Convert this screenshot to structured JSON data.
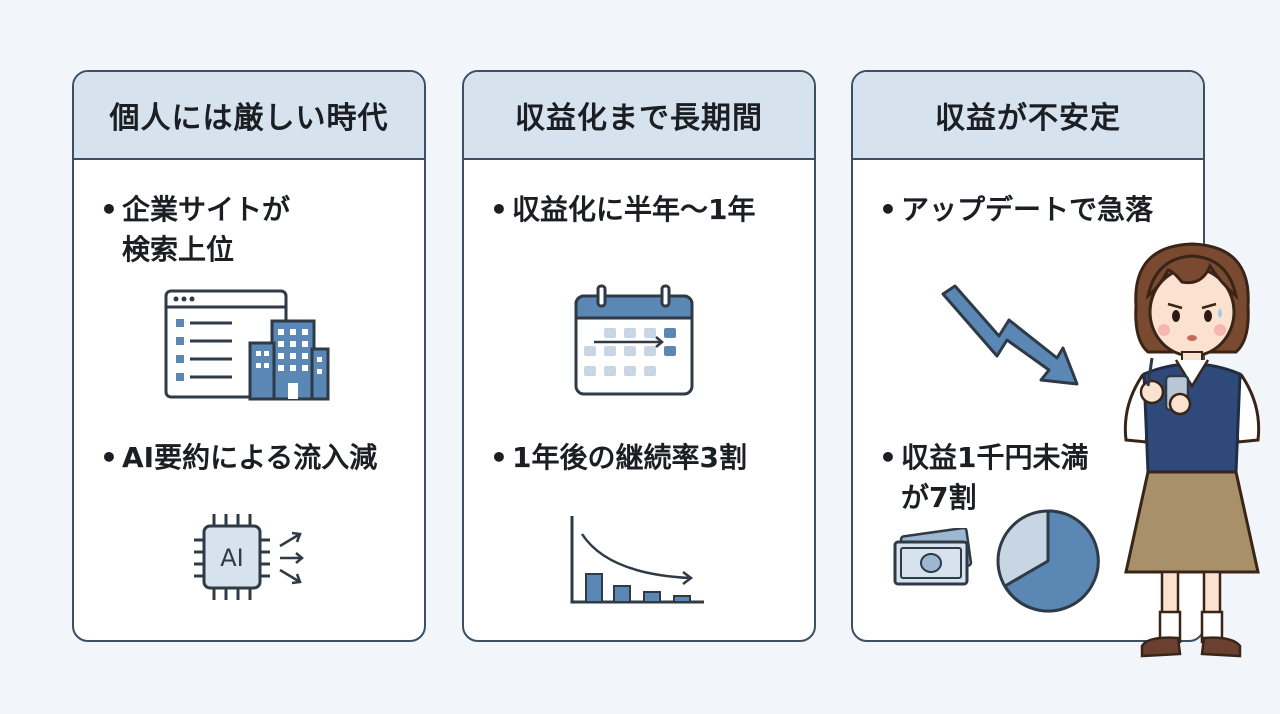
{
  "cards": [
    {
      "title": "個人には厳しい時代",
      "bullets": [
        {
          "text": "企業サイトが",
          "text2": "検索上位",
          "icon": "website-building-icon"
        },
        {
          "text": "AI要約による流入減",
          "icon": "ai-chip-icon"
        }
      ]
    },
    {
      "title": "収益化まで長期間",
      "bullets": [
        {
          "text": "収益化に半年〜1年",
          "icon": "calendar-icon"
        },
        {
          "text": "1年後の継続率3割",
          "icon": "declining-bar-chart-icon"
        }
      ]
    },
    {
      "title": "収益が不安定",
      "bullets": [
        {
          "text": "アップデートで急落",
          "icon": "falling-arrow-icon"
        },
        {
          "text": "収益1千円未満",
          "text2": "が7割",
          "icon": "money-pie-icon"
        }
      ]
    }
  ],
  "chip_label": "AI",
  "bullet_mark": "•",
  "colors": {
    "accent": "#5b87b5",
    "header": "#d6e3ef",
    "border": "#3c4f64"
  }
}
